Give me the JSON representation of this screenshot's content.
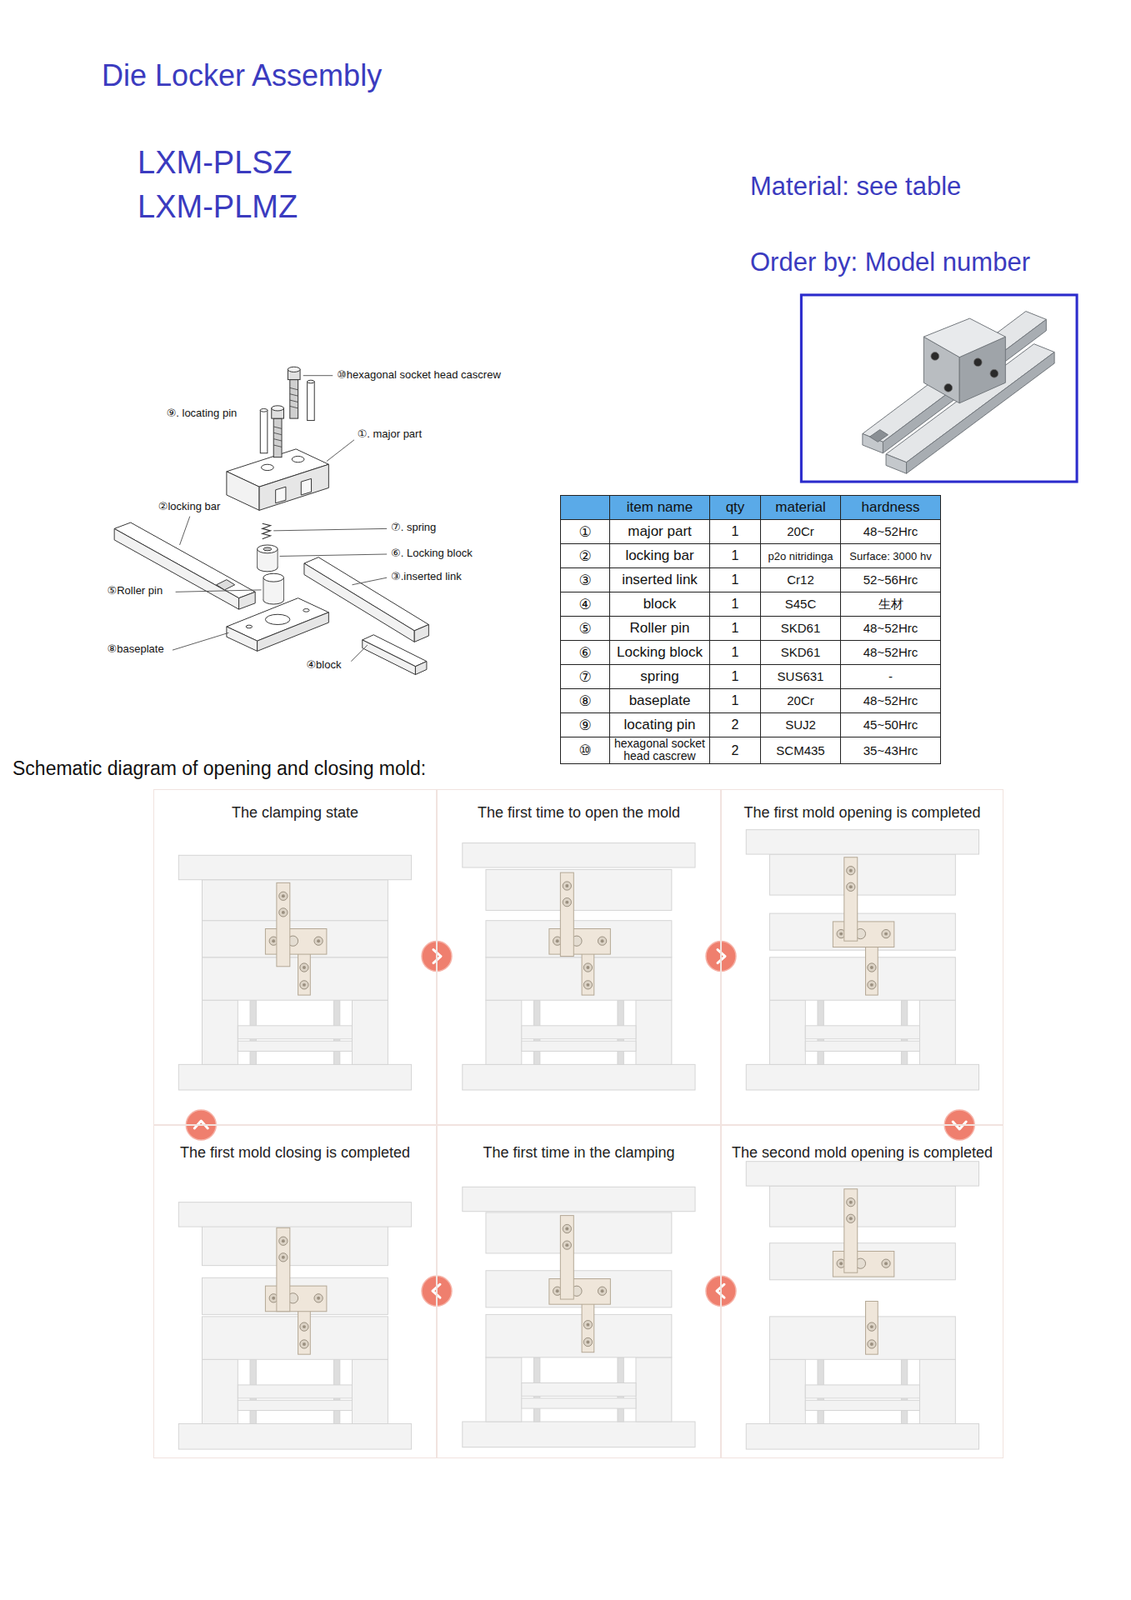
{
  "diagram": {
    "title": "Die Locker Assembly",
    "nodes": [
      {
        "text": [
          "The clamping state"
        ]
      },
      {
        "text": [
          "The first time to open the mold"
        ]
      },
      {
        "text": [
          "The first mold opening is completed"
        ]
      },
      {
        "text": [
          "The first mold closing is completed"
        ]
      },
      {
        "text": [
          "The first time in the clamping"
        ]
      },
      {
        "text": [
          "The second mold opening is completed"
        ]
      }
    ],
    "edges": [
      {
        "from": 0,
        "to": 1,
        "arrow": "to"
      },
      {
        "from": 1,
        "to": 2,
        "arrow": "to"
      },
      {
        "from": 2,
        "to": 5,
        "arrow": "to"
      },
      {
        "from": 5,
        "to": 4,
        "arrow": "to"
      },
      {
        "from": 4,
        "to": 3,
        "arrow": "to"
      },
      {
        "from": 3,
        "to": 0,
        "arrow": "to"
      }
    ],
    "labels": [
      "LXM-PLSZ",
      "LXM-PLMZ",
      "Material: see table",
      "Order by: Model number",
      "⑩hexagonal socket head cascrew",
      "⑨. locating pin",
      "①. major part",
      "②locking bar",
      "⑦. spring",
      "⑥. Locking block",
      "③.inserted link",
      "⑤Roller pin",
      "⑧baseplate",
      "④block",
      "Schematic diagram of opening and closing mold:",
      "item name",
      "qty",
      "material",
      "hardness",
      "①",
      "major part",
      "1",
      "20Cr",
      "48~52Hrc",
      "②",
      "locking bar",
      "1",
      "p2o nitridinga",
      "Surface: 3000 hv",
      "③",
      "inserted link",
      "1",
      "Cr12",
      "52~56Hrc",
      "④",
      "block",
      "1",
      "S45C",
      "生材",
      "⑤",
      "Roller pin",
      "1",
      "SKD61",
      "48~52Hrc",
      "⑥",
      "Locking block",
      "1",
      "SKD61",
      "48~52Hrc",
      "⑦",
      "spring",
      "1",
      "SUS631",
      "-",
      "⑧",
      "baseplate",
      "1",
      "20Cr",
      "48~52Hrc",
      "⑨",
      "locating pin",
      "2",
      "SUJ2",
      "45~50Hrc",
      "⑩",
      "hexagonal socket head cascrew",
      "2",
      "SCM435",
      "35~43Hrc"
    ]
  }
}
